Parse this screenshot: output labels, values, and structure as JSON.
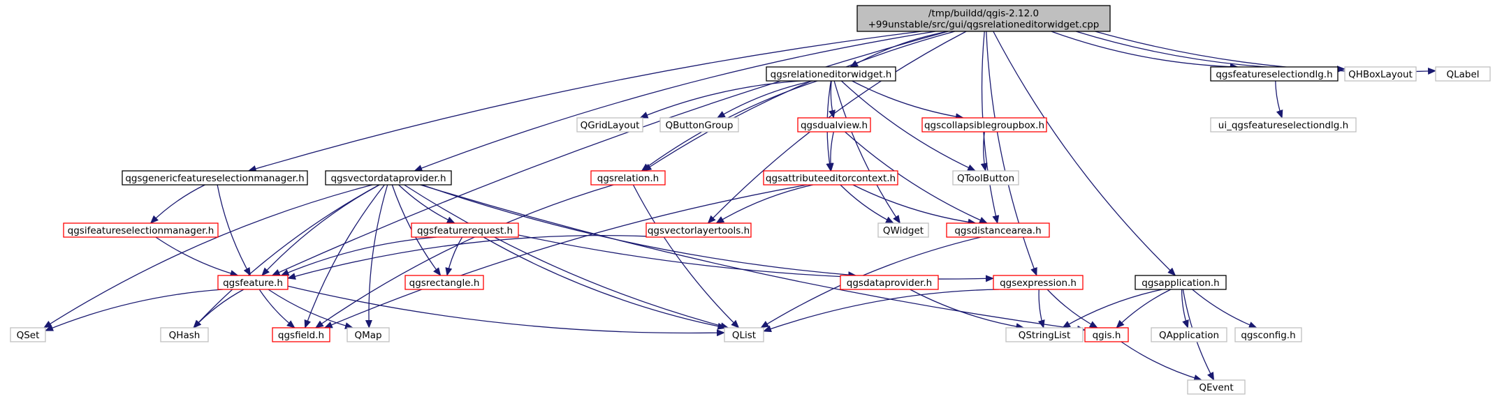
{
  "colors": {
    "edge": "#191970",
    "border_black": "#000000",
    "border_red": "#ff0000",
    "border_gray": "#bfbfbf",
    "root_fill": "#bfbfbf",
    "fill": "#ffffff"
  },
  "nodes": [
    {
      "id": "root",
      "lines": [
        "/tmp/buildd/qgis-2.12.0",
        "+99unstable/src/gui/qgsrelationeditorwidget.cpp"
      ],
      "border": "root"
    },
    {
      "id": "qgsrelationeditorwidget_h",
      "lines": [
        "qgsrelationeditorwidget.h"
      ],
      "border": "black"
    },
    {
      "id": "qgsfeatureselectiondlg_h",
      "lines": [
        "qgsfeatureselectiondlg.h"
      ],
      "border": "black"
    },
    {
      "id": "QHBoxLayout",
      "lines": [
        "QHBoxLayout"
      ],
      "border": "gray"
    },
    {
      "id": "QLabel",
      "lines": [
        "QLabel"
      ],
      "border": "gray"
    },
    {
      "id": "QGridLayout",
      "lines": [
        "QGridLayout"
      ],
      "border": "gray"
    },
    {
      "id": "QButtonGroup",
      "lines": [
        "QButtonGroup"
      ],
      "border": "gray"
    },
    {
      "id": "qgsdualview_h",
      "lines": [
        "qgsdualview.h"
      ],
      "border": "red"
    },
    {
      "id": "qgscollapsiblegroupbox_h",
      "lines": [
        "qgscollapsiblegroupbox.h"
      ],
      "border": "red"
    },
    {
      "id": "ui_qgsfeatureselectiondlg_h",
      "lines": [
        "ui_qgsfeatureselectiondlg.h"
      ],
      "border": "gray"
    },
    {
      "id": "qgsgenericfeatureselectionmanager_h",
      "lines": [
        "qgsgenericfeatureselectionmanager.h"
      ],
      "border": "black"
    },
    {
      "id": "qgsvectordataprovider_h",
      "lines": [
        "qgsvectordataprovider.h"
      ],
      "border": "black"
    },
    {
      "id": "qgsrelation_h",
      "lines": [
        "qgsrelation.h"
      ],
      "border": "red"
    },
    {
      "id": "qgsattributeeditorcontext_h",
      "lines": [
        "qgsattributeeditorcontext.h"
      ],
      "border": "red"
    },
    {
      "id": "QToolButton",
      "lines": [
        "QToolButton"
      ],
      "border": "gray"
    },
    {
      "id": "qgsifeatureselectionmanager_h",
      "lines": [
        "qgsifeatureselectionmanager.h"
      ],
      "border": "red"
    },
    {
      "id": "qgsfeaturerequest_h",
      "lines": [
        "qgsfeaturerequest.h"
      ],
      "border": "red"
    },
    {
      "id": "qgsvectorlayertools_h",
      "lines": [
        "qgsvectorlayertools.h"
      ],
      "border": "red"
    },
    {
      "id": "QWidget",
      "lines": [
        "QWidget"
      ],
      "border": "gray"
    },
    {
      "id": "qgsdistancearea_h",
      "lines": [
        "qgsdistancearea.h"
      ],
      "border": "red"
    },
    {
      "id": "qgsfeature_h",
      "lines": [
        "qgsfeature.h"
      ],
      "border": "red"
    },
    {
      "id": "qgsrectangle_h",
      "lines": [
        "qgsrectangle.h"
      ],
      "border": "red"
    },
    {
      "id": "qgsdataprovider_h",
      "lines": [
        "qgsdataprovider.h"
      ],
      "border": "red"
    },
    {
      "id": "qgsexpression_h",
      "lines": [
        "qgsexpression.h"
      ],
      "border": "red"
    },
    {
      "id": "qgsapplication_h",
      "lines": [
        "qgsapplication.h"
      ],
      "border": "black"
    },
    {
      "id": "QSet",
      "lines": [
        "QSet"
      ],
      "border": "gray"
    },
    {
      "id": "QHash",
      "lines": [
        "QHash"
      ],
      "border": "gray"
    },
    {
      "id": "qgsfield_h",
      "lines": [
        "qgsfield.h"
      ],
      "border": "red"
    },
    {
      "id": "QMap",
      "lines": [
        "QMap"
      ],
      "border": "gray"
    },
    {
      "id": "QList",
      "lines": [
        "QList"
      ],
      "border": "gray"
    },
    {
      "id": "QStringList",
      "lines": [
        "QStringList"
      ],
      "border": "gray"
    },
    {
      "id": "qgis_h",
      "lines": [
        "qgis.h"
      ],
      "border": "red"
    },
    {
      "id": "QApplication",
      "lines": [
        "QApplication"
      ],
      "border": "gray"
    },
    {
      "id": "qgsconfig_h",
      "lines": [
        "qgsconfig.h"
      ],
      "border": "gray"
    },
    {
      "id": "QEvent",
      "lines": [
        "QEvent"
      ],
      "border": "gray"
    }
  ],
  "edges": [
    [
      "root",
      "qgsrelationeditorwidget_h"
    ],
    [
      "root",
      "qgsfeatureselectiondlg_h"
    ],
    [
      "root",
      "QHBoxLayout"
    ],
    [
      "root",
      "QLabel"
    ],
    [
      "root",
      "qgsgenericfeatureselectionmanager_h"
    ],
    [
      "root",
      "qgsvectordataprovider_h"
    ],
    [
      "root",
      "qgsrelation_h"
    ],
    [
      "root",
      "qgsvectorlayertools_h"
    ],
    [
      "root",
      "qgsdistancearea_h"
    ],
    [
      "root",
      "qgsfeature_h"
    ],
    [
      "root",
      "qgsexpression_h"
    ],
    [
      "root",
      "qgsapplication_h"
    ],
    [
      "qgsrelationeditorwidget_h",
      "QGridLayout"
    ],
    [
      "qgsrelationeditorwidget_h",
      "QButtonGroup"
    ],
    [
      "qgsrelationeditorwidget_h",
      "qgsdualview_h"
    ],
    [
      "qgsrelationeditorwidget_h",
      "qgscollapsiblegroupbox_h"
    ],
    [
      "qgsrelationeditorwidget_h",
      "qgsrelation_h"
    ],
    [
      "qgsrelationeditorwidget_h",
      "qgsattributeeditorcontext_h"
    ],
    [
      "qgsrelationeditorwidget_h",
      "QToolButton"
    ],
    [
      "qgsrelationeditorwidget_h",
      "QWidget"
    ],
    [
      "qgsfeatureselectiondlg_h",
      "ui_qgsfeatureselectiondlg_h"
    ],
    [
      "qgsdualview_h",
      "qgsattributeeditorcontext_h"
    ],
    [
      "qgsdualview_h",
      "qgsdistancearea_h"
    ],
    [
      "qgscollapsiblegroupbox_h",
      "QToolButton"
    ],
    [
      "qgsattributeeditorcontext_h",
      "QWidget"
    ],
    [
      "qgsattributeeditorcontext_h",
      "qgsdistancearea_h"
    ],
    [
      "qgsattributeeditorcontext_h",
      "qgsvectorlayertools_h"
    ],
    [
      "qgsattributeeditorcontext_h",
      "qgsfield_h"
    ],
    [
      "qgsgenericfeatureselectionmanager_h",
      "qgsifeatureselectionmanager_h"
    ],
    [
      "qgsgenericfeatureselectionmanager_h",
      "qgsfeature_h"
    ],
    [
      "qgsvectordataprovider_h",
      "qgsfeature_h"
    ],
    [
      "qgsvectordataprovider_h",
      "qgsfeaturerequest_h"
    ],
    [
      "qgsvectordataprovider_h",
      "qgsrectangle_h"
    ],
    [
      "qgsvectordataprovider_h",
      "qgsdataprovider_h"
    ],
    [
      "qgsvectordataprovider_h",
      "QSet"
    ],
    [
      "qgsvectordataprovider_h",
      "QHash"
    ],
    [
      "qgsvectordataprovider_h",
      "qgsfield_h"
    ],
    [
      "qgsvectordataprovider_h",
      "QMap"
    ],
    [
      "qgsvectordataprovider_h",
      "QList"
    ],
    [
      "qgsvectordataprovider_h",
      "qgis_h"
    ],
    [
      "qgsrelation_h",
      "QList"
    ],
    [
      "qgsrelation_h",
      "qgsfield_h"
    ],
    [
      "qgsifeatureselectionmanager_h",
      "qgsfeature_h"
    ],
    [
      "qgsfeaturerequest_h",
      "qgsfeature_h"
    ],
    [
      "qgsfeaturerequest_h",
      "qgsrectangle_h"
    ],
    [
      "qgsfeaturerequest_h",
      "qgsexpression_h"
    ],
    [
      "qgsfeaturerequest_h",
      "QList"
    ],
    [
      "qgsvectorlayertools_h",
      "qgsfeature_h"
    ],
    [
      "qgsdistancearea_h",
      "QList"
    ],
    [
      "qgsfeature_h",
      "QSet"
    ],
    [
      "qgsfeature_h",
      "QHash"
    ],
    [
      "qgsfeature_h",
      "qgsfield_h"
    ],
    [
      "qgsfeature_h",
      "QMap"
    ],
    [
      "qgsfeature_h",
      "QList"
    ],
    [
      "qgsdataprovider_h",
      "QStringList"
    ],
    [
      "qgsexpression_h",
      "QStringList"
    ],
    [
      "qgsexpression_h",
      "qgis_h"
    ],
    [
      "qgsexpression_h",
      "QList"
    ],
    [
      "qgsapplication_h",
      "QStringList"
    ],
    [
      "qgsapplication_h",
      "qgis_h"
    ],
    [
      "qgsapplication_h",
      "QApplication"
    ],
    [
      "qgsapplication_h",
      "qgsconfig_h"
    ],
    [
      "qgsapplication_h",
      "QEvent"
    ],
    [
      "qgis_h",
      "QEvent"
    ]
  ]
}
